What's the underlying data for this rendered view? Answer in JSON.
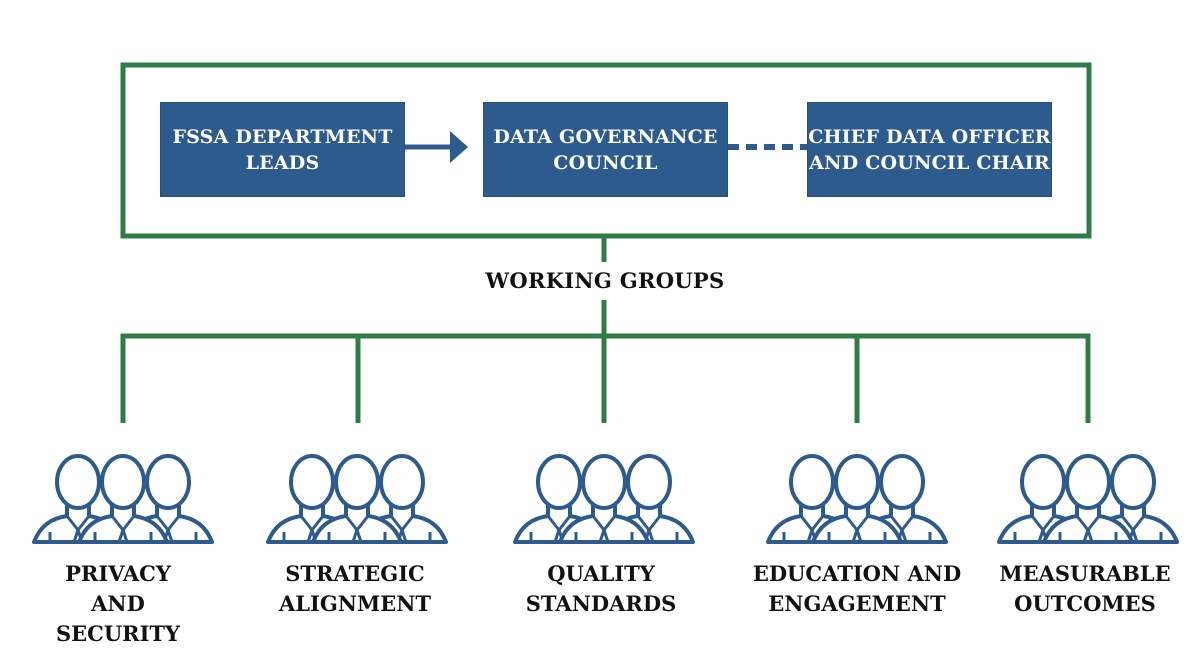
{
  "leadership": {
    "boxes": [
      {
        "label": "FSSA DEPARTMENT\nLEADS"
      },
      {
        "label": "DATA GOVERNANCE\nCOUNCIL"
      },
      {
        "label": "CHIEF DATA OFFICER\nAND COUNCIL CHAIR"
      }
    ]
  },
  "working_groups": {
    "label": "WORKING GROUPS",
    "groups": [
      {
        "label": "PRIVACY\nAND\nSECURITY"
      },
      {
        "label": "STRATEGIC\nALIGNMENT"
      },
      {
        "label": "QUALITY\nSTANDARDS"
      },
      {
        "label": "EDUCATION AND\nENGAGEMENT"
      },
      {
        "label": "MEASURABLE\nOUTCOMES"
      }
    ]
  },
  "colors": {
    "frame_green": "#2f7d45",
    "box_blue": "#2e5b8e",
    "icon_blue": "#2e5b8e"
  },
  "icons": {
    "group_icon": "people-group-icon",
    "arrow": "right-arrow-icon"
  }
}
